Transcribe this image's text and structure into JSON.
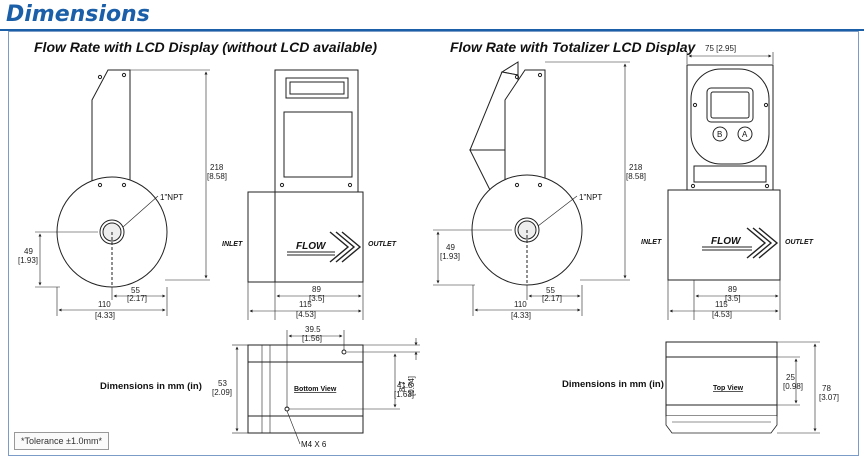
{
  "page_title": "Dimensions",
  "left": {
    "title": "Flow Rate with LCD Display (without LCD available)",
    "height_mm": "218",
    "height_in": "[8.58]",
    "npt": "1\"NPT",
    "axis_mm": "49",
    "axis_in": "[1.93]",
    "off_mm": "55",
    "off_in": "[2.17]",
    "width_mm": "110",
    "width_in": "[4.33]",
    "inlet": "INLET",
    "outlet": "OUTLET",
    "flow": "FLOW",
    "body_mm": "89",
    "body_in": "[3.5]",
    "total_mm": "115",
    "total_in": "[4.53]",
    "caption": "Dimensions in mm (in)",
    "view_label": "Bottom View",
    "hole_mm": "39.5",
    "hole_in": "[1.56]",
    "depth_mm": "53",
    "depth_in": "[2.09]",
    "side_mm": "41.5",
    "side_in": "[1.63]",
    "edge_mm": "8.7",
    "edge_in": "[0.34]",
    "screw": "M4 X 6"
  },
  "right": {
    "title": "Flow Rate with Totalizer LCD Display",
    "top_width": "75 [2.95]",
    "height_mm": "218",
    "height_in": "[8.58]",
    "npt": "1\"NPT",
    "axis_mm": "49",
    "axis_in": "[1.93]",
    "off_mm": "55",
    "off_in": "[2.17]",
    "width_mm": "110",
    "width_in": "[4.33]",
    "inlet": "INLET",
    "outlet": "OUTLET",
    "flow": "FLOW",
    "body_mm": "89",
    "body_in": "[3.5]",
    "total_mm": "115",
    "total_in": "[4.53]",
    "button_b": "B",
    "button_a": "A",
    "caption": "Dimensions in mm (in)",
    "view_label": "Top View",
    "v1_mm": "25",
    "v1_in": "[0.98]",
    "v2_mm": "78",
    "v2_in": "[3.07]"
  },
  "tolerance": "*Tolerance ±1.0mm*",
  "colors": {
    "brand_blue": "#1b5fa8",
    "frame": "#7a9cc6"
  }
}
